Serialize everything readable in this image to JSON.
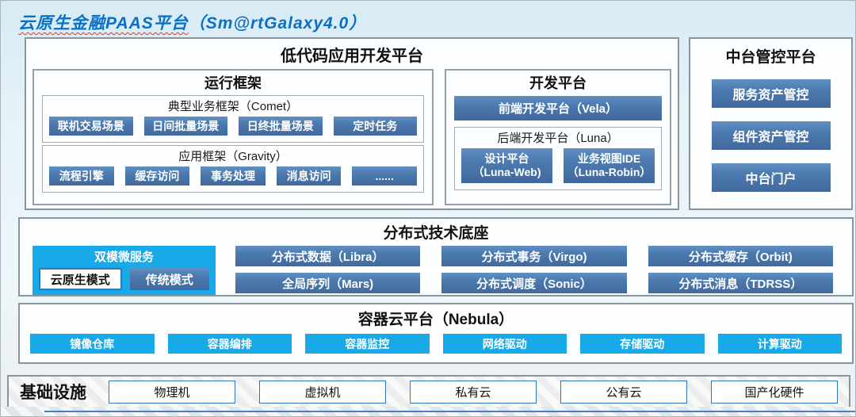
{
  "title": {
    "cn": "云原生金融PAAS平台",
    "en": "（Sm@rtGalaxy4.0）"
  },
  "colors": {
    "steel_blue": "#4a7bb0",
    "cyan": "#17a9e8",
    "title_blue": "#0a70c6",
    "border_gray": "#8a949d",
    "infra_border_blue": "#2e75b6"
  },
  "lowcode": {
    "title": "低代码应用开发平台",
    "runtime": {
      "title": "运行框架",
      "comet": {
        "title": "典型业务框架（Comet）",
        "items": [
          "联机交易场景",
          "日间批量场景",
          "日终批量场景",
          "定时任务"
        ]
      },
      "gravity": {
        "title": "应用框架（Gravity）",
        "items": [
          "流程引擎",
          "缓存访问",
          "事务处理",
          "消息访问",
          "......"
        ]
      }
    },
    "dev": {
      "title": "开发平台",
      "vela": "前端开发平台（Vela）",
      "luna": {
        "title": "后端开发平台（Luna）",
        "items": [
          {
            "line1": "设计平台",
            "line2": "（Luna-Web)"
          },
          {
            "line1": "业务视图IDE",
            "line2": "（Luna-Robin）"
          }
        ]
      }
    }
  },
  "middle": {
    "title": "中台管控平台",
    "items": [
      "服务资产管控",
      "组件资产管控",
      "中台门户"
    ]
  },
  "dist": {
    "title": "分布式技术底座",
    "dual": {
      "title": "双模微服务",
      "modes": [
        "云原生模式",
        "传统模式"
      ]
    },
    "items": [
      "分布式数据（Libra）",
      "分布式事务（Virgo)",
      "分布式缓存（Orbit)",
      "全局序列（Mars)",
      "分布式调度（Sonic）",
      "分布式消息（TDRSS）"
    ]
  },
  "nebula": {
    "title": "容器云平台（Nebula）",
    "items": [
      "镜像仓库",
      "容器编排",
      "容器监控",
      "网络驱动",
      "存储驱动",
      "计算驱动"
    ]
  },
  "infra": {
    "title": "基础设施",
    "items": [
      "物理机",
      "虚拟机",
      "私有云",
      "公有云",
      "国产化硬件"
    ]
  }
}
